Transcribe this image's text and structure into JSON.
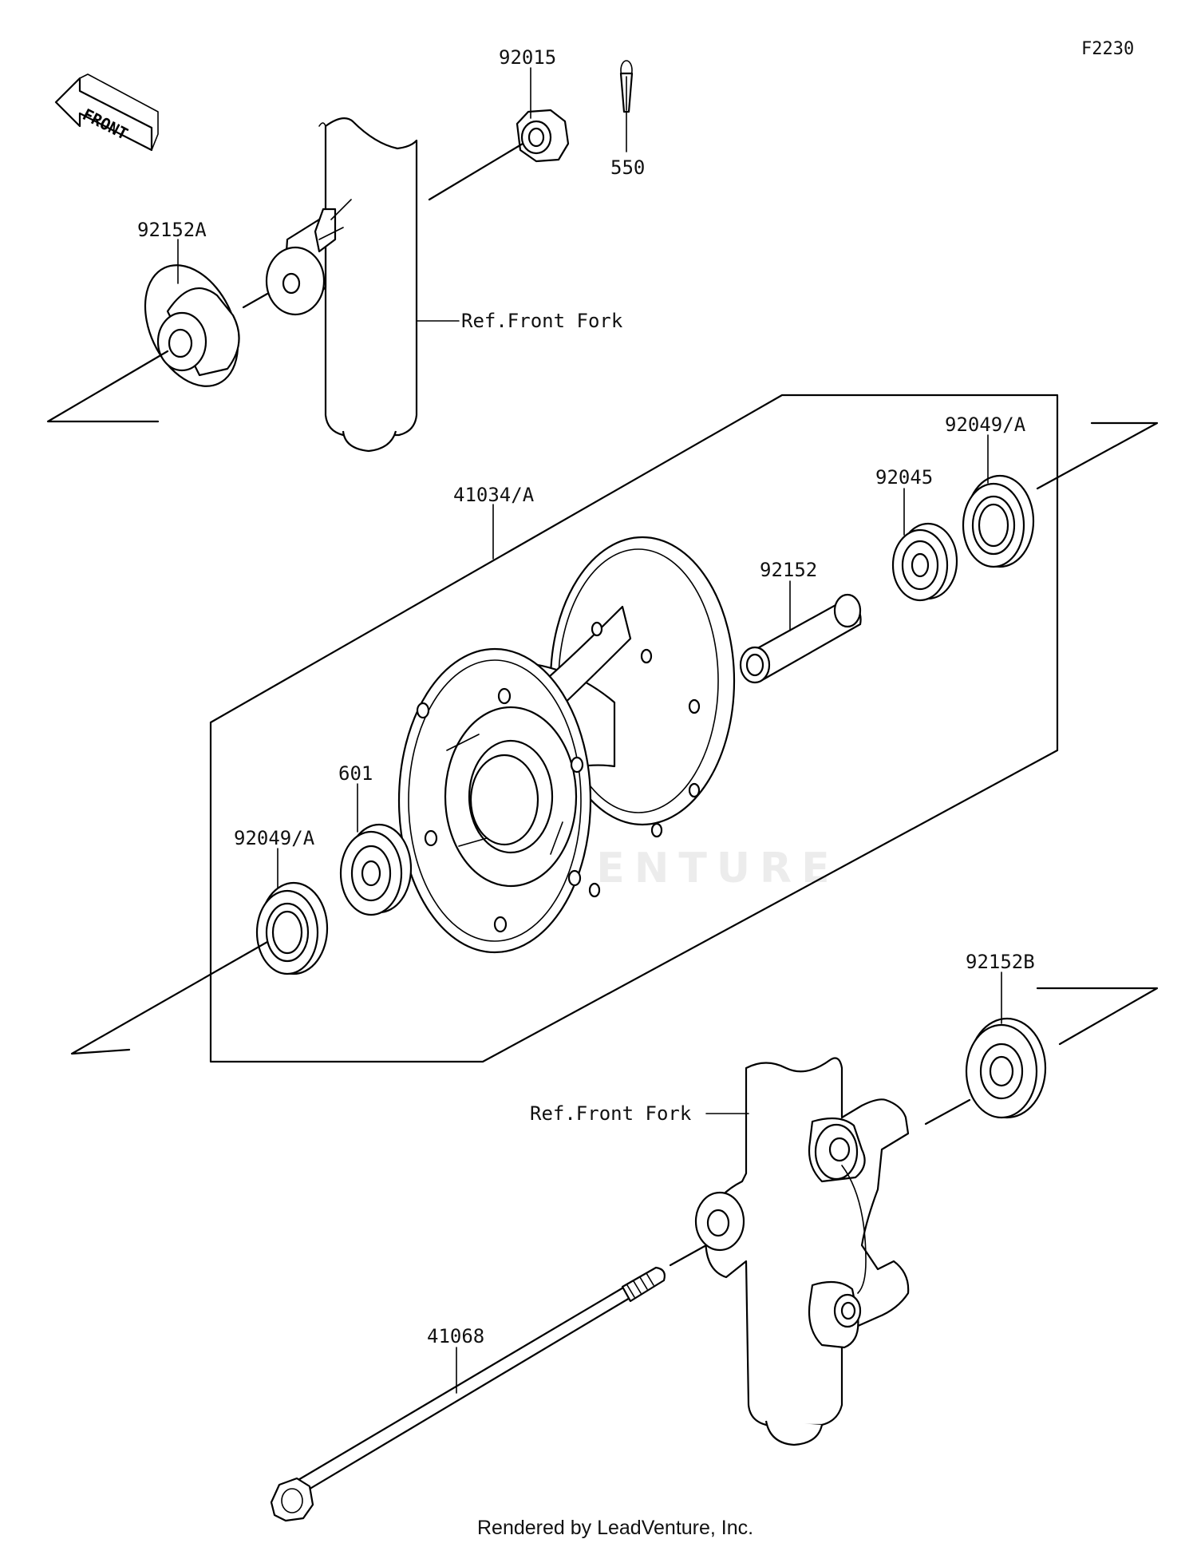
{
  "diagram_code": "F2230",
  "front_marker": "FRONT",
  "watermark": "LEADVENTURE",
  "credit": "Rendered by LeadVenture, Inc.",
  "references": {
    "upper_fork": "Ref.Front Fork",
    "lower_fork": "Ref.Front Fork"
  },
  "callouts": {
    "p92015": "92015",
    "p550": "550",
    "p92152A": "92152A",
    "p92049A_right": "92049/A",
    "p92045": "92045",
    "p41034A": "41034/A",
    "p92152": "92152",
    "p601": "601",
    "p92049A_left": "92049/A",
    "p92152B": "92152B",
    "p41068": "41068"
  }
}
